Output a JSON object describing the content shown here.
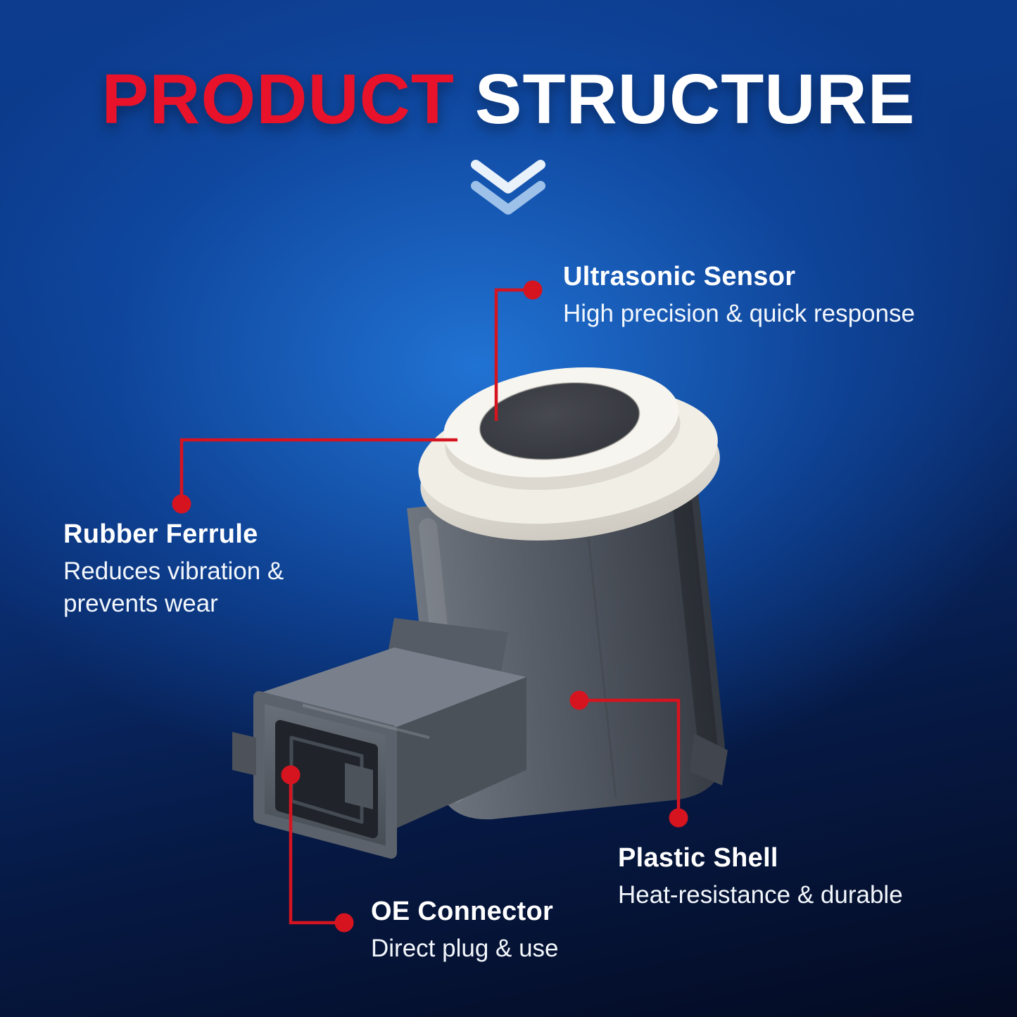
{
  "title": {
    "part1": "PRODUCT",
    "part2": "STRUCTURE"
  },
  "callouts": {
    "ultrasonic": {
      "title": "Ultrasonic Sensor",
      "desc": "High precision & quick response"
    },
    "ferrule": {
      "title": "Rubber Ferrule",
      "desc_line1": "Reduces vibration &",
      "desc_line2": "prevents wear"
    },
    "shell": {
      "title": "Plastic Shell",
      "desc": "Heat-resistance & durable"
    },
    "connector": {
      "title": "OE Connector",
      "desc": "Direct plug & use"
    }
  },
  "icons": {
    "chevron": "chevron-down-icon"
  },
  "colors": {
    "title_red": "#e8132a",
    "callout_line_red": "#d61420",
    "background_blue": "#1a6cd0",
    "background_dark": "#040b22",
    "text_white": "#ffffff"
  }
}
